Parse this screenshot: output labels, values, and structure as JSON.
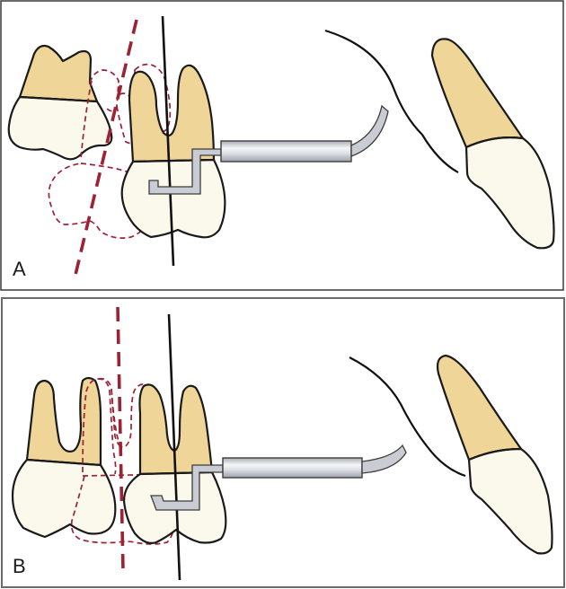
{
  "figure": {
    "panels": [
      {
        "id": "A",
        "label": "A",
        "elements": [
          "adjacent-molar",
          "target-molar",
          "ghost-tooth-outlines",
          "dashed-reference-line",
          "solid-reference-line",
          "film-holder",
          "x-ray-tube",
          "lip-contour",
          "anterior-tooth"
        ]
      },
      {
        "id": "B",
        "label": "B",
        "elements": [
          "adjacent-molar",
          "target-molar",
          "ghost-tooth-outlines",
          "dashed-reference-line",
          "solid-reference-line",
          "film-holder",
          "x-ray-tube",
          "lip-contour",
          "anterior-tooth"
        ]
      }
    ],
    "colors": {
      "root": "#efd597",
      "crown": "#fbf8ec",
      "outline": "#1a1a1a",
      "ghost_outline": "#9b2335",
      "holder": "#c9ccd2",
      "tube_highlight": "#f4f5f7"
    }
  }
}
